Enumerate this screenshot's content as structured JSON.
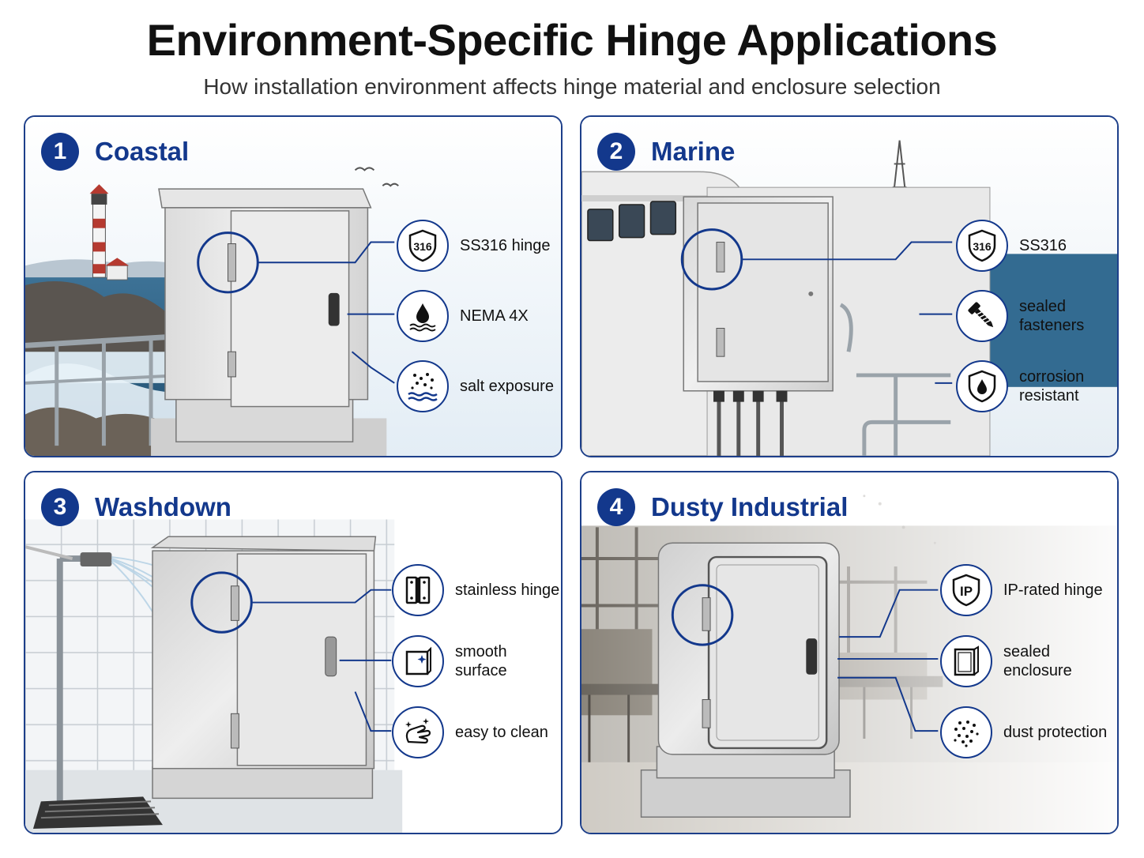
{
  "header": {
    "title": "Environment-Specific Hinge Applications",
    "subtitle": "How installation environment affects hinge material and enclosure selection"
  },
  "colors": {
    "accent": "#13388c",
    "border": "#1d3f8a"
  },
  "panels": [
    {
      "number": "1",
      "title": "Coastal",
      "features": [
        {
          "icon": "ss316-shield-icon",
          "badge": "316",
          "label": "SS316 hinge"
        },
        {
          "icon": "water-drop-icon",
          "label": "NEMA 4X"
        },
        {
          "icon": "salt-exposure-icon",
          "label": "salt exposure"
        }
      ]
    },
    {
      "number": "2",
      "title": "Marine",
      "features": [
        {
          "icon": "ss316-shield-icon",
          "badge": "316",
          "label": "SS316"
        },
        {
          "icon": "screw-icon",
          "label": "sealed\nfasteners"
        },
        {
          "icon": "corrosion-shield-icon",
          "label": "corrosion\nresistant"
        }
      ]
    },
    {
      "number": "3",
      "title": "Washdown",
      "features": [
        {
          "icon": "hinge-icon",
          "label": "stainless hinge"
        },
        {
          "icon": "smooth-surface-icon",
          "label": "smooth surface"
        },
        {
          "icon": "cleaning-hand-icon",
          "label": "easy to clean"
        }
      ]
    },
    {
      "number": "4",
      "title": "Dusty Industrial",
      "features": [
        {
          "icon": "ip-shield-icon",
          "badge": "IP",
          "label": "IP-rated hinge"
        },
        {
          "icon": "enclosure-icon",
          "label": "sealed enclosure"
        },
        {
          "icon": "dust-icon",
          "label": "dust protection"
        }
      ]
    }
  ]
}
